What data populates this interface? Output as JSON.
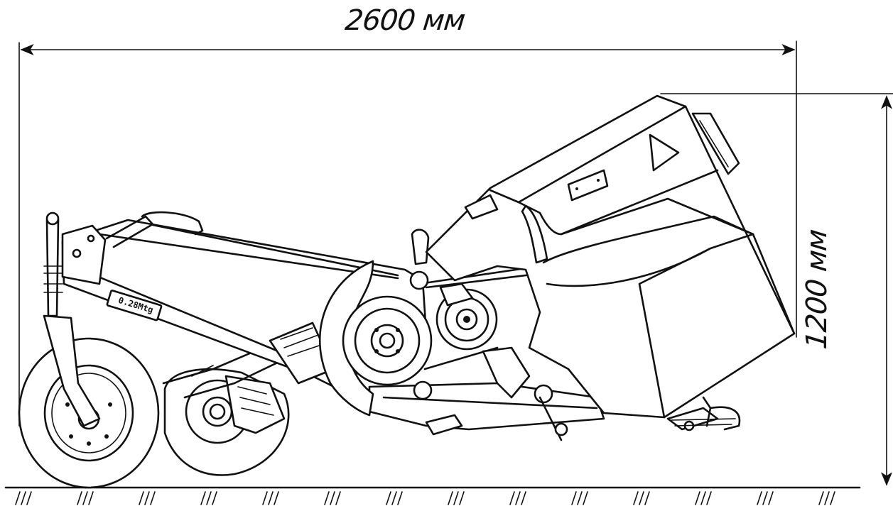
{
  "dimensions": {
    "width_label": "2600 мм",
    "height_label": "1200 мм"
  },
  "nameplate": {
    "text": "0.28Mtg"
  },
  "colors": {
    "ink": "#111111",
    "paper": "#ffffff"
  }
}
